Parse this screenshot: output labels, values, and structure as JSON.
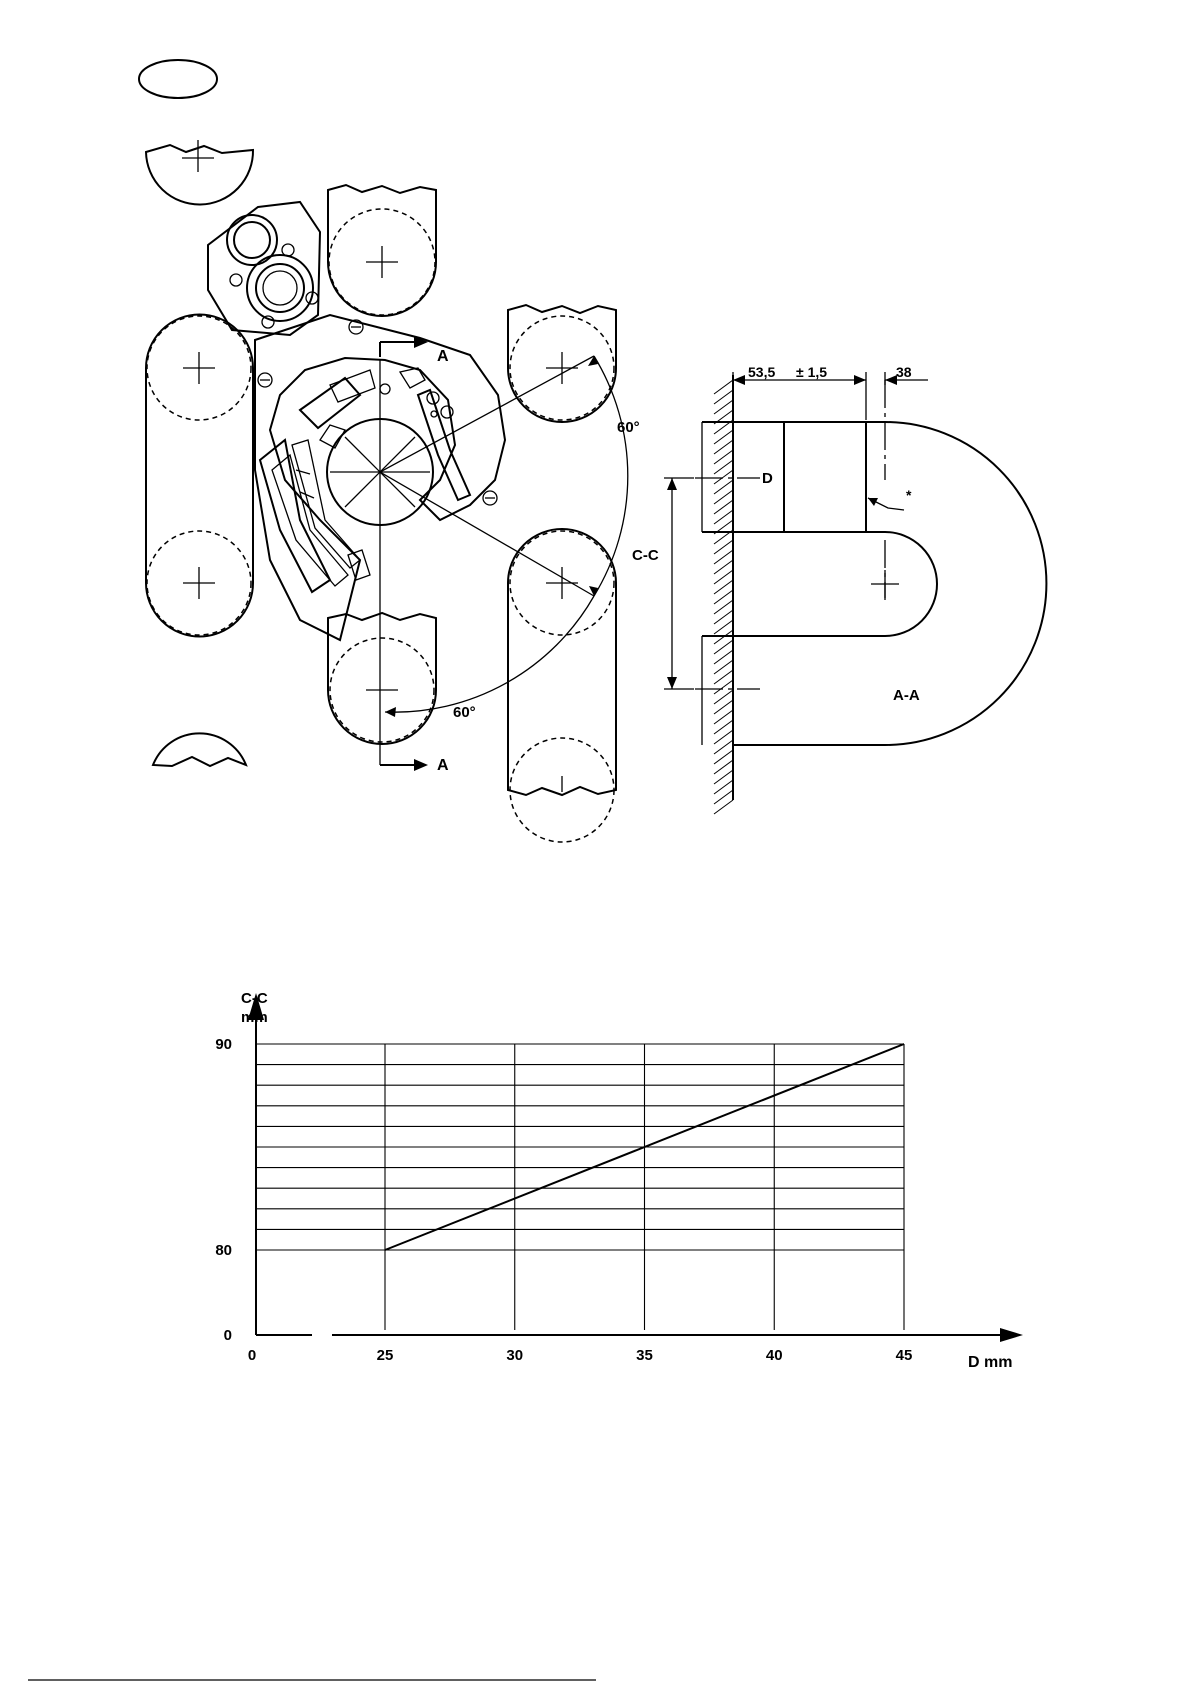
{
  "corner_label": "",
  "drawing": {
    "section_marker": "A",
    "angle_label": "60°",
    "dim_offset": "53,5",
    "dim_tolerance": "± 1,5",
    "dim_width": "38",
    "label_D": "D",
    "label_CC": "C-C",
    "label_asterisk": "*",
    "section_label": "A-A"
  },
  "chart_data": {
    "type": "line",
    "title": "",
    "ylabel_line1": "C-C",
    "ylabel_line2": "mm",
    "xlabel": "D mm",
    "x_ticks": [
      0,
      25,
      30,
      35,
      40,
      45
    ],
    "y_ticks": [
      0,
      80,
      90
    ],
    "xlim": [
      25,
      45
    ],
    "ylim": [
      80,
      90
    ],
    "minor_y_step": 1,
    "grid": true,
    "series": [
      {
        "x": [
          25,
          45
        ],
        "y": [
          80,
          90
        ]
      }
    ]
  }
}
